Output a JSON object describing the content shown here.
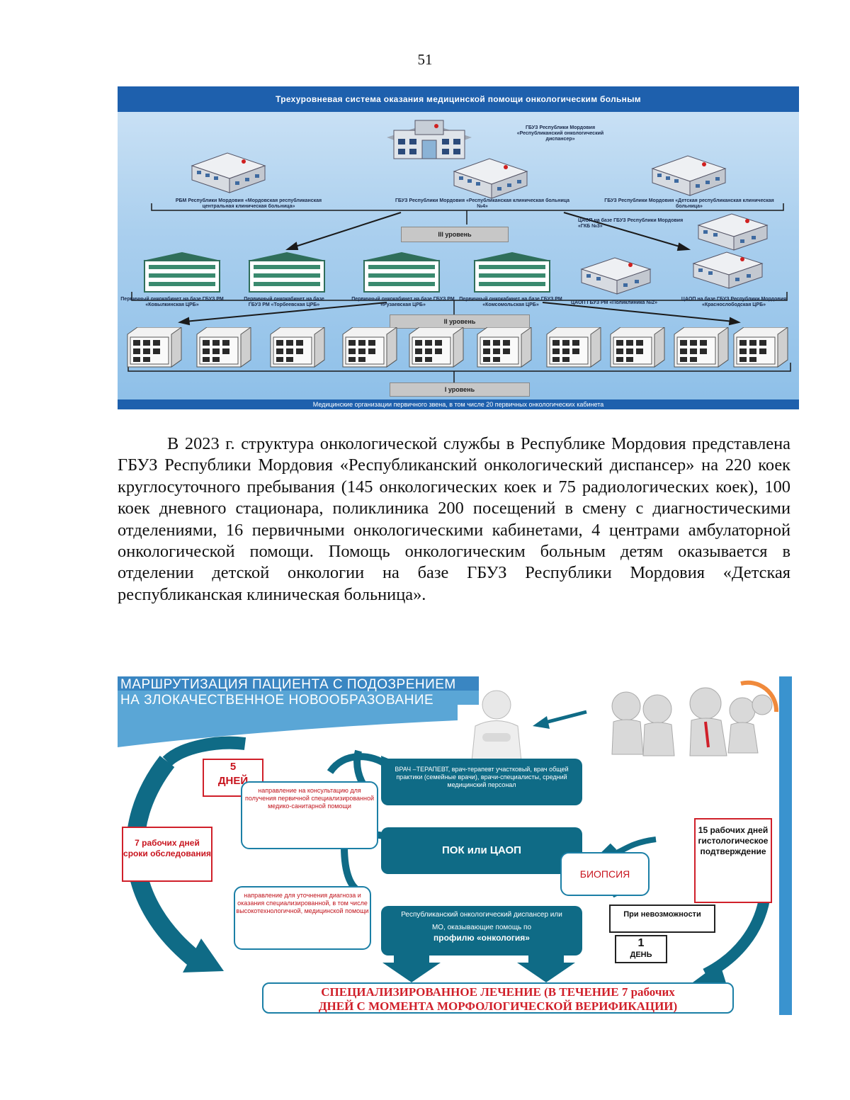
{
  "page": {
    "number": "51"
  },
  "figure1": {
    "title": "Трехуровневая система оказания медицинской помощи онкологическим больным",
    "top_org": "ГБУЗ Республики Мордовия «Республиканский онкологический диспансер»",
    "level3_orgs": [
      "РБМ Республики Мордовия «Мордовская республиканская центральная клиническая больница»",
      "ГБУЗ Республики Мордовия «Республиканская клиническая больница №4»",
      "ГБУЗ Республики Мордовия «Детская республиканская клиническая больница»"
    ],
    "caop_right": "ЦАОП на базе ГБУЗ Республики Мордовия «ГКБ №3»",
    "level3_label": "III уровень",
    "level2_orgs": [
      "Первичный онкокабинет на базе ГБУЗ РМ «Ковылкинская ЦРБ»",
      "Первичный онкокабинет на базе ГБУЗ РМ «Торбеевская ЦРБ»",
      "Первичный онкокабинет на базе ГБУЗ РМ «Рузаевская ЦРБ»",
      "Первичный онкокабинет на базе ГБУЗ РМ «Комсомольская ЦРБ»",
      "ЦАОП ГБУЗ РМ «Поликлиника №2»",
      "ЦАОП на базе ГБУЗ Республики Мордовия «Краснослободская ЦРБ»"
    ],
    "level2_label": "II уровень",
    "level1_label": "I уровень",
    "footer": "Медицинские организации первичного звена, в том числе 20 первичных онкологических кабинета"
  },
  "paragraph": "В 2023 г. структура онкологической службы в Республике Мордовия представлена ГБУЗ Республики Мордовия «Республиканский онкологический диспансер» на 220 коек круглосуточного пребывания (145 онкологических коек и 75 радиологических коек), 100 коек дневного стационара, поликлиника 200 посещений в смену с диагностическими отделениями, 16 первичными онкологическими кабинетами, 4 центрами амбулаторной онкологической помощи. Помощь онкологическим больным детям оказывается в отделении детской онкологии на базе ГБУЗ Республики Мордовия «Детская республиканская клиническая больница».",
  "figure2": {
    "header_line1": "МАРШРУТИЗАЦИЯ ПАЦИЕНТА С ПОДОЗРЕНИЕМ",
    "header_line2": "НА ЗЛОКАЧЕСТВЕННОЕ НОВООБРАЗОВАНИЕ",
    "five_days_num": "5",
    "five_days_word": "ДНЕЙ",
    "bubble1": "направление на консультацию для получения первичной специализированной медико-санитарной помощи",
    "doctor_box": "ВРАЧ –ТЕРАПЕВТ, врач-терапевт участковый, врач общей практики (семейные врачи), врачи-специалисты, средний медицинский персонал",
    "seven_days": "7 рабочих дней сроки обследования",
    "pok_box": "ПОК или ЦАОП",
    "biopsy": "БИОПСИЯ",
    "fifteen_days": "15 рабочих дней гистологическое подтверждение",
    "bubble2": "направление для уточнения диагноза и оказания специализированной, в том числе высокотехнологичной, медицинской помощи",
    "onco_box_l1": "Республиканский онкологический диспансер или",
    "onco_box_l2": "МО, оказывающие помощь по",
    "onco_box_l3": "профилю «онкология»",
    "impossibility": "При невозможности",
    "one_num": "1",
    "one_word": "ДЕНЬ",
    "special_l1": "СПЕЦИАЛИЗИРОВАННОЕ ЛЕЧЕНИЕ (В ТЕЧЕНИЕ 7 рабочих",
    "special_l2": "ДНЕЙ С МОМЕНТА МОРФОЛОГИЧЕСКОЙ ВЕРИФИКАЦИИ)"
  }
}
